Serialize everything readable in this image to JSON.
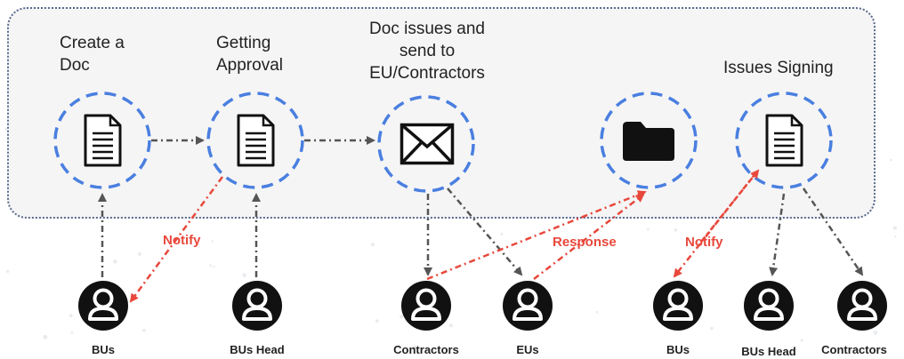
{
  "colors": {
    "panel_bg": "#f5f5f5",
    "panel_border": "#5a6a8e",
    "circle_border": "#4a7fe0",
    "arrow_gray": "#555555",
    "arrow_red": "#e8483c",
    "icon": "#111111"
  },
  "steps": [
    {
      "id": "create",
      "label_lines": [
        "Create a",
        "Doc"
      ],
      "icon": "document-icon"
    },
    {
      "id": "approval",
      "label_lines": [
        "Getting",
        "Approval"
      ],
      "icon": "document-icon"
    },
    {
      "id": "send",
      "label_lines": [
        "Doc issues and",
        "send to",
        "EU/Contractors"
      ],
      "icon": "envelope-icon"
    },
    {
      "id": "archive",
      "label_lines": [],
      "icon": "folder-icon"
    },
    {
      "id": "signing",
      "label_lines": [
        "Issues Signing"
      ],
      "icon": "document-icon"
    }
  ],
  "actors": [
    {
      "id": "bus-1",
      "label": "BUs",
      "icon": "user-icon"
    },
    {
      "id": "bus-head-1",
      "label": "BUs Head",
      "icon": "user-icon"
    },
    {
      "id": "contractors-1",
      "label": "Contractors",
      "icon": "user-icon"
    },
    {
      "id": "eus",
      "label": "EUs",
      "icon": "user-icon"
    },
    {
      "id": "bus-2",
      "label": "BUs",
      "icon": "user-icon"
    },
    {
      "id": "bus-head-2",
      "label": "BUs Head",
      "icon": "user-icon"
    },
    {
      "id": "contractors-2",
      "label": "Contractors",
      "icon": "user-icon"
    }
  ],
  "flow_labels": {
    "notify_1": "Notify",
    "response": "Response",
    "notify_2": "Notify"
  }
}
